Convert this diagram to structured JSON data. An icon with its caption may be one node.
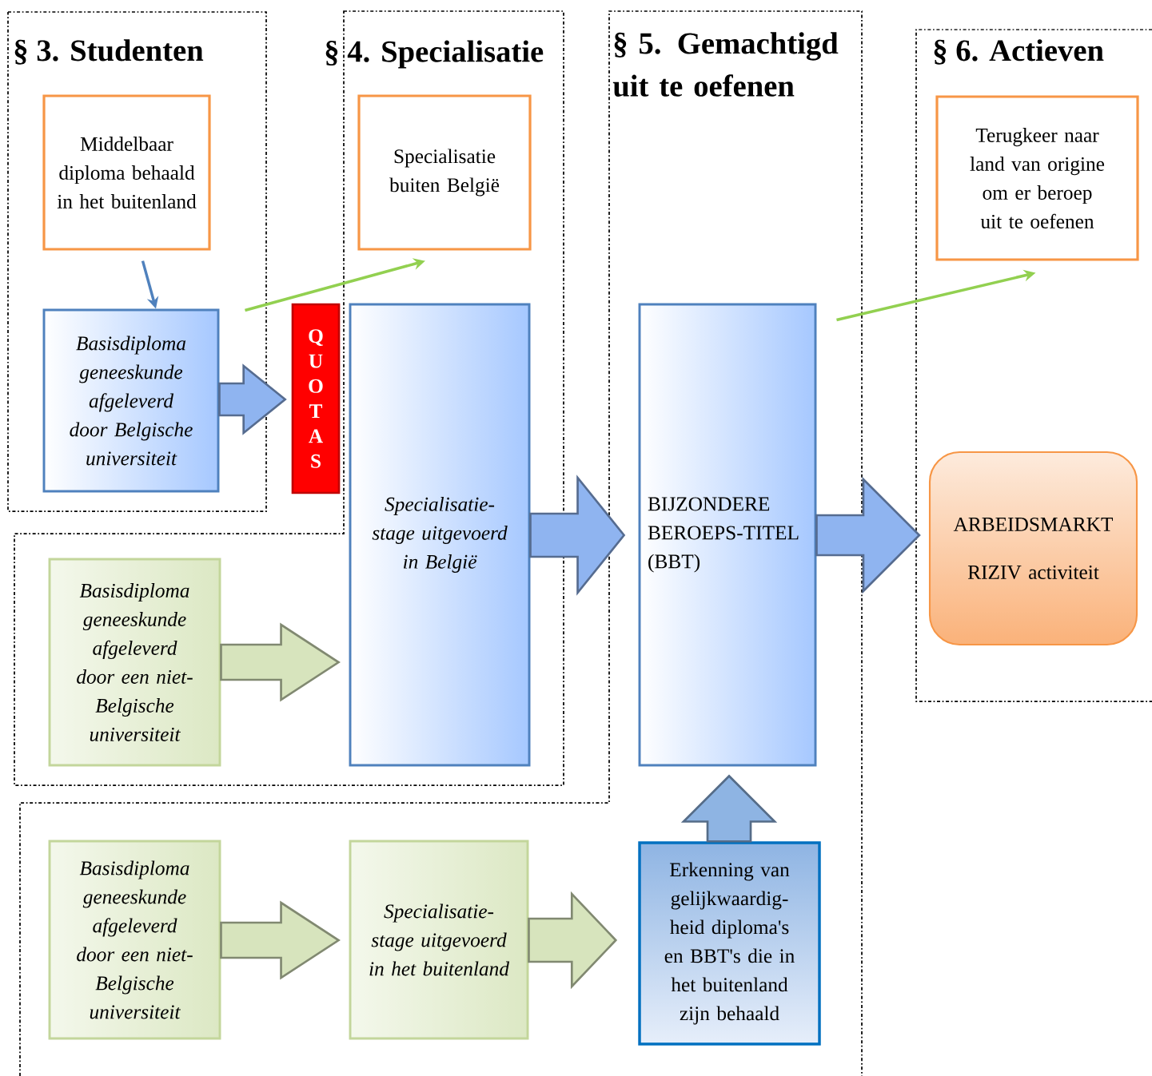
{
  "diagram": {
    "nodes": [
      {
        "text": [
          "Middelbaar diploma behaald in het buitenland"
        ]
      },
      {
        "text": [
          "Basisdiploma geneeskunde afgeleverd door Belgische universiteit"
        ]
      },
      {
        "text": [
          "QUOTAS"
        ]
      },
      {
        "text": [
          "Specialisatie buiten België"
        ]
      },
      {
        "text": [
          "Specialisatie-stage uitgevoerd in België"
        ]
      },
      {
        "text": [
          "BIJZONDERE BEROEPS-TITEL (BBT)"
        ]
      },
      {
        "text": [
          "Terugkeer naar land van origine om er beroep uit te oefenen"
        ]
      },
      {
        "text": [
          "ARBEIDSMARKT",
          "RIZIV activiteit"
        ]
      },
      {
        "text": [
          "Basisdiploma geneeskunde afgeleverd door een niet-Belgische universiteit"
        ]
      },
      {
        "text": [
          "Basisdiploma geneeskunde afgeleverd door een niet-Belgische universiteit"
        ]
      },
      {
        "text": [
          "Specialisatie-stage uitgevoerd in het buitenland"
        ]
      },
      {
        "text": [
          "Erkenning van gelijkwaardig-heid diploma's en BBT's die in het buitenland zijn behaald"
        ]
      }
    ],
    "edges": [
      {
        "from": 0,
        "to": 1,
        "arrow": "to",
        "color": "#4f81bd"
      },
      {
        "from": 1,
        "to": 3,
        "arrow": "to",
        "color": "#92d050"
      },
      {
        "from": 1,
        "to": 2,
        "arrow": "to",
        "style": "thick",
        "color": "#8fb4f0"
      },
      {
        "from": 4,
        "to": 5,
        "arrow": "to",
        "style": "thick",
        "color": "#8fb4f0"
      },
      {
        "from": 5,
        "to": 7,
        "arrow": "to",
        "style": "thick",
        "color": "#8fb4f0"
      },
      {
        "from": 5,
        "to": 6,
        "arrow": "to",
        "color": "#92d050"
      },
      {
        "from": 8,
        "to": 4,
        "arrow": "to",
        "style": "thick",
        "color": "#d7e4bd"
      },
      {
        "from": 9,
        "to": 10,
        "arrow": "to",
        "style": "thick",
        "color": "#d7e4bd"
      },
      {
        "from": 10,
        "to": 11,
        "arrow": "to",
        "style": "thick",
        "color": "#d7e4bd"
      },
      {
        "from": 11,
        "to": 5,
        "arrow": "to",
        "style": "thick",
        "color": "#8eb4e3"
      }
    ],
    "labels": [
      "§ 3. Studenten",
      "§ 4. Specialisatie",
      "§ 5. Gemachtigd uit te oefenen",
      "§ 6. Actieven"
    ]
  }
}
